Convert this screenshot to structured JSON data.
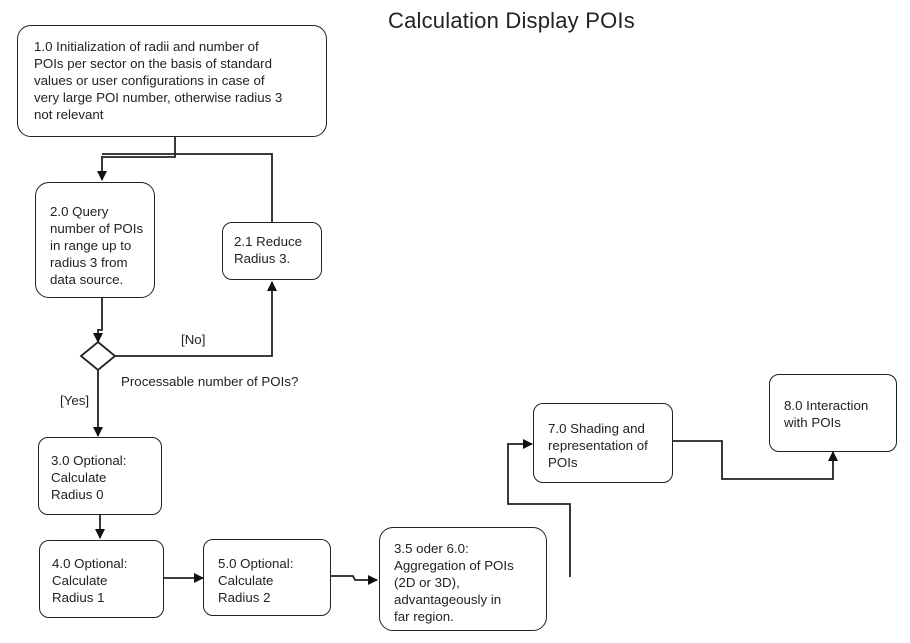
{
  "title": "Calculation Display POIs",
  "nodes": {
    "n1_0": "1.0 Initialization of radii and number of\nPOIs per sector on the basis of standard\nvalues or user configurations in case of\nvery large POI number, otherwise radius 3\nnot relevant",
    "n2_0": "2.0 Query\nnumber of POIs\nin range up to\nradius 3 from\ndata source.",
    "n2_1": "2.1 Reduce\nRadius 3.",
    "n3_0": "3.0 Optional:\nCalculate\nRadius 0",
    "n4_0": "4.0 Optional:\nCalculate\nRadius 1",
    "n5_0": "5.0 Optional:\nCalculate\nRadius 2",
    "n3_5": "3.5 oder 6.0:\nAggregation of POIs\n(2D or 3D),\nadvantageously in\nfar region.",
    "n7_0": "7.0 Shading and\nrepresentation of\nPOIs",
    "n8_0": "8.0 Interaction\nwith POIs"
  },
  "decision": {
    "question": "Processable number of POIs?",
    "no_label": "[No]",
    "yes_label": "[Yes]"
  }
}
